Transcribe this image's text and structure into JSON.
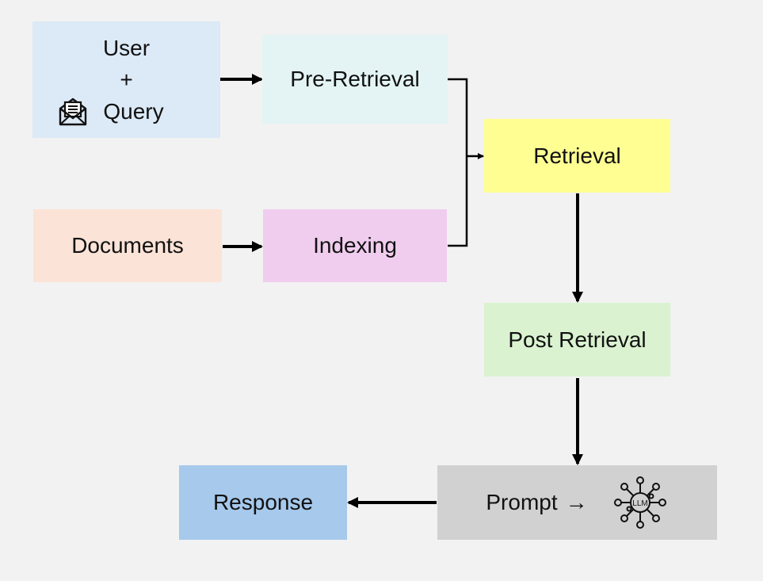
{
  "nodes": {
    "user": {
      "line1": "User",
      "line2": "+",
      "line3": "Query",
      "color": "#dce9f6"
    },
    "pre_retrieval": {
      "label": "Pre-Retrieval",
      "color": "#e4f4f5"
    },
    "documents": {
      "label": "Documents",
      "color": "#fbe3d7"
    },
    "indexing": {
      "label": "Indexing",
      "color": "#f0cdee"
    },
    "retrieval": {
      "label": "Retrieval",
      "color": "#fefe93"
    },
    "post_retrieval": {
      "label": "Post Retrieval",
      "color": "#daf2d0"
    },
    "prompt": {
      "label": "Prompt",
      "arrow": "→",
      "llm_label": "LLM",
      "color": "#d1d1d1"
    },
    "response": {
      "label": "Response",
      "color": "#a6c9ec"
    }
  },
  "icons": {
    "envelope": "envelope-open-icon",
    "llm": "llm-network-icon"
  }
}
